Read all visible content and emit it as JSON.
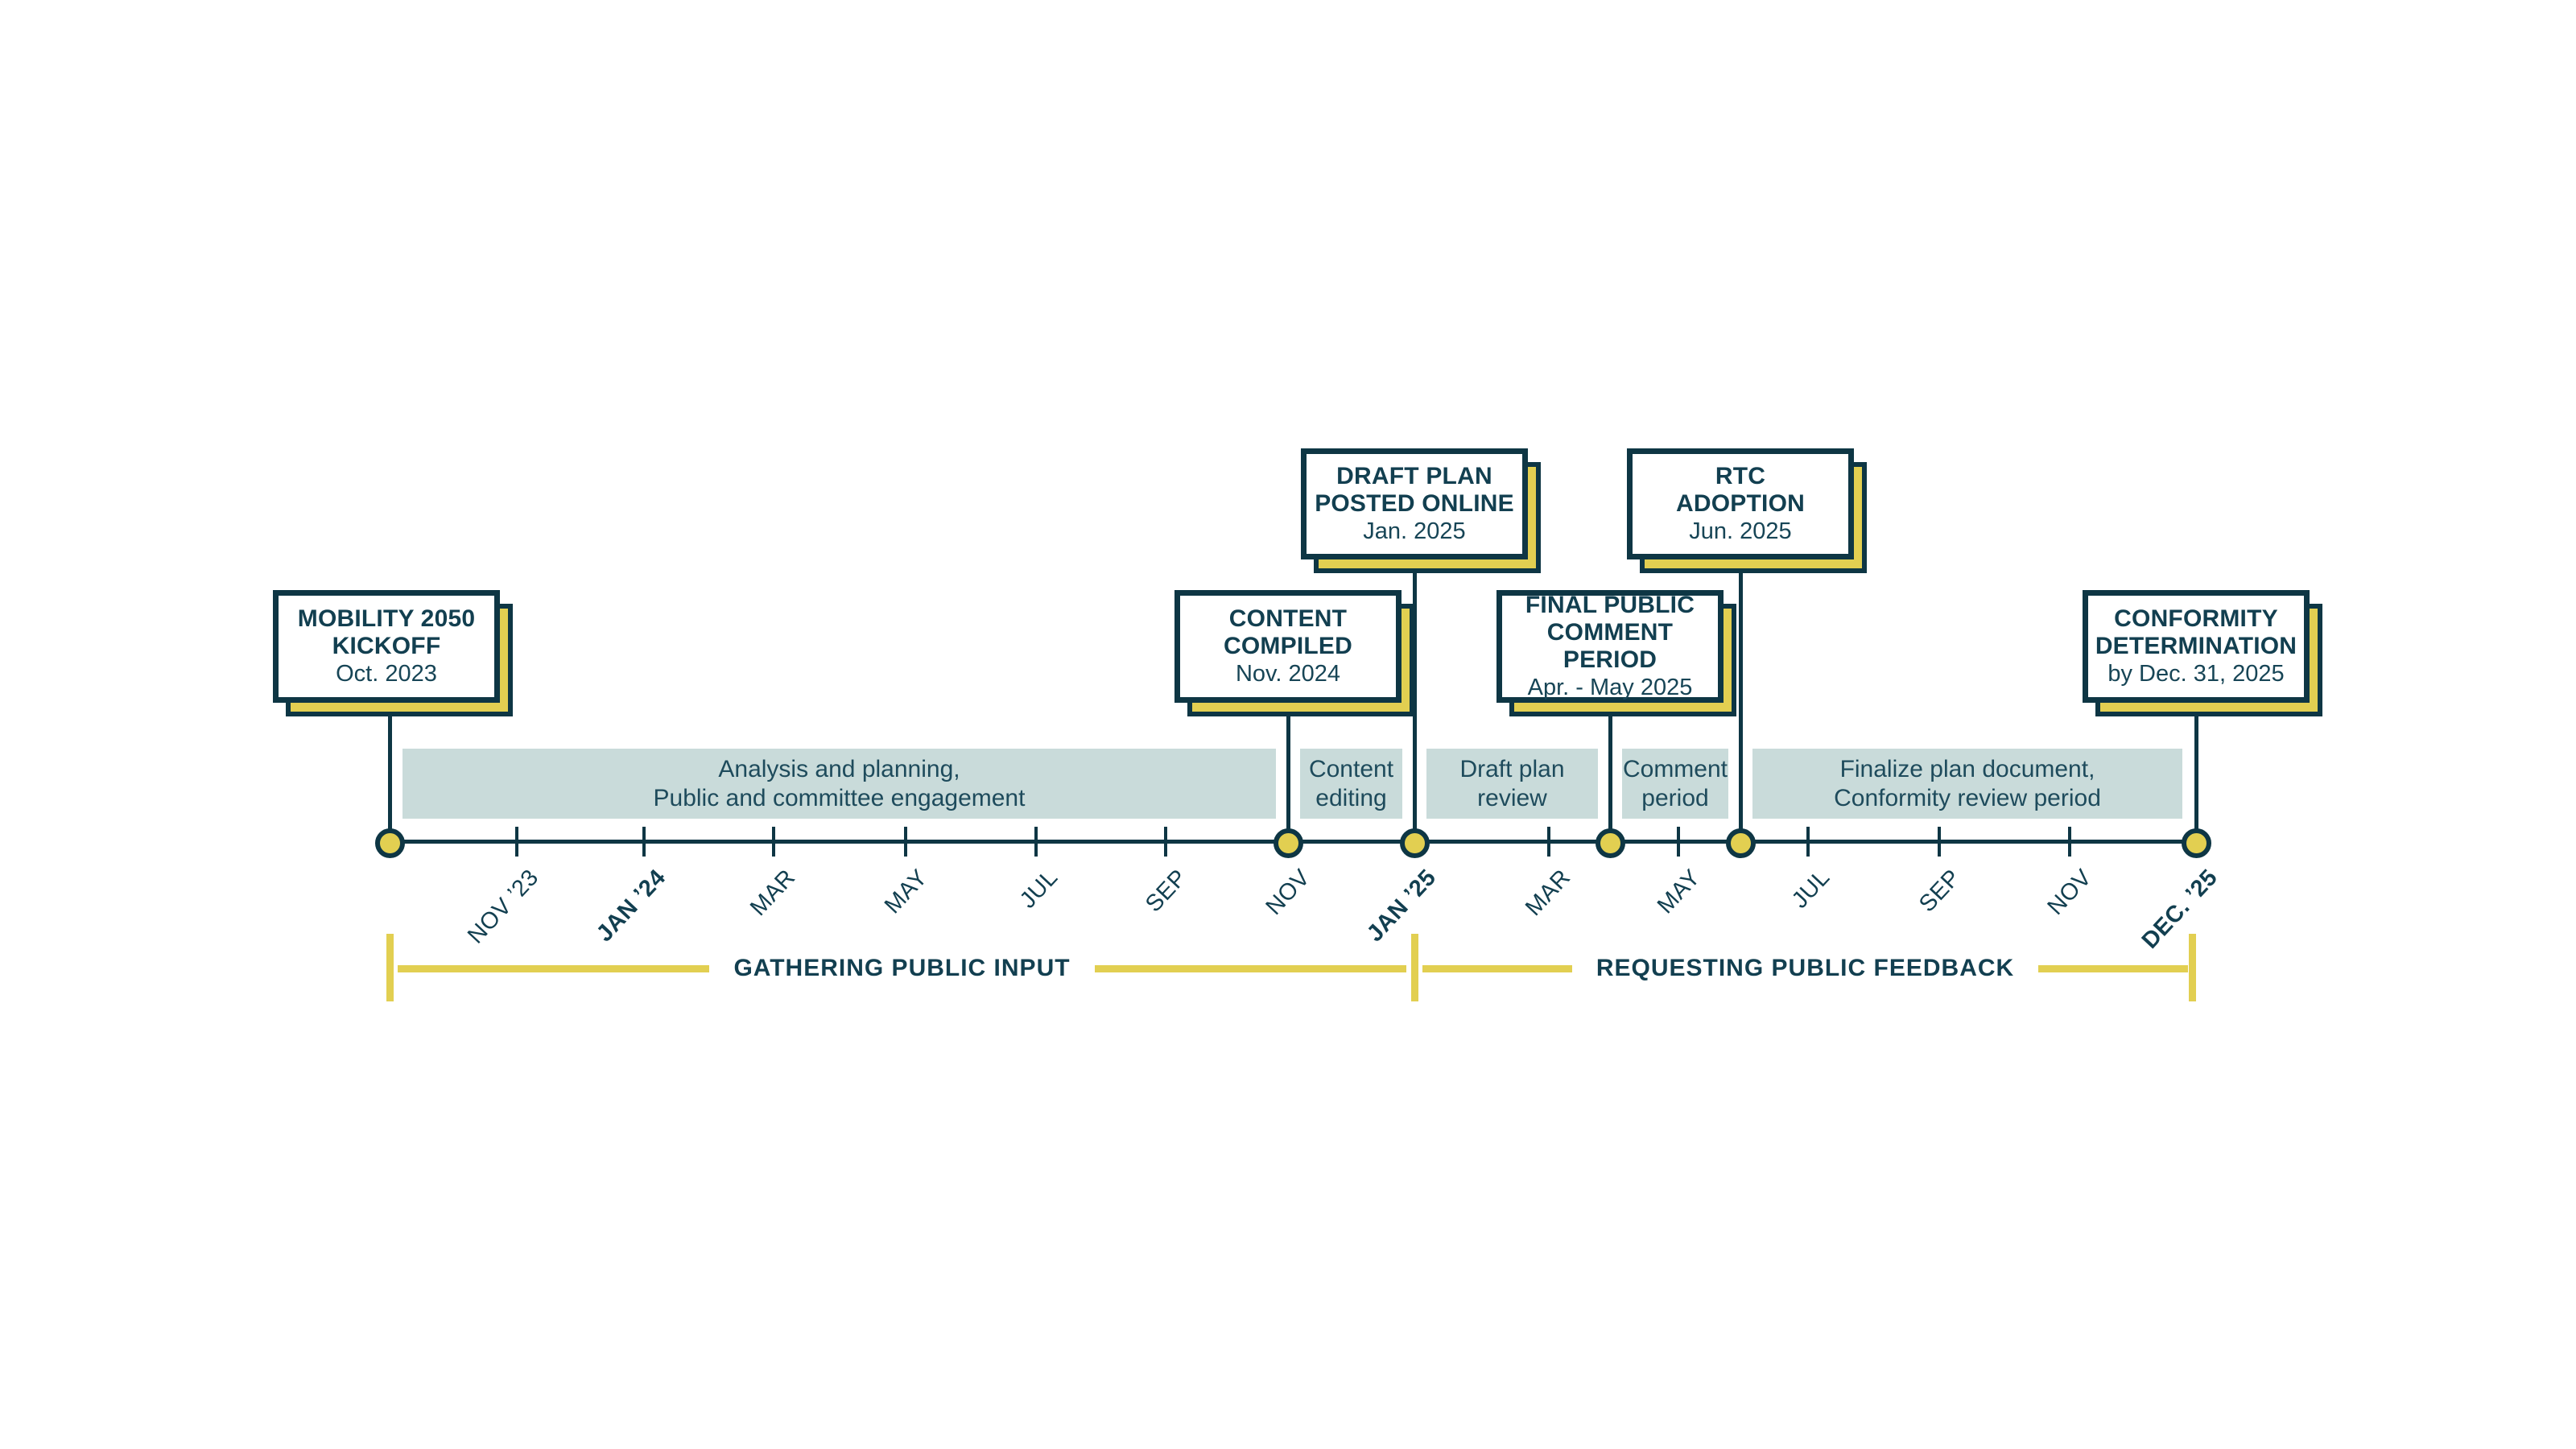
{
  "palette": {
    "navy": "#0E3644",
    "text_navy": "#123F50",
    "yellow": "#E2CF51",
    "teal_bar": "#C9DBDA",
    "background": "#FFFFFF"
  },
  "milestones": [
    {
      "title_lines": [
        "MOBILITY 2050",
        "KICKOFF"
      ],
      "date": "Oct. 2023"
    },
    {
      "title_lines": [
        "CONTENT",
        "COMPILED"
      ],
      "date": "Nov. 2024"
    },
    {
      "title_lines": [
        "DRAFT PLAN",
        "POSTED ONLINE"
      ],
      "date": "Jan. 2025"
    },
    {
      "title_lines": [
        "FINAL PUBLIC",
        "COMMENT PERIOD"
      ],
      "date": "Apr. - May 2025"
    },
    {
      "title_lines": [
        "RTC",
        "ADOPTION"
      ],
      "date": "Jun. 2025"
    },
    {
      "title_lines": [
        "CONFORMITY",
        "DETERMINATION"
      ],
      "date": "by Dec. 31, 2025"
    }
  ],
  "phases": [
    {
      "lines": [
        "Analysis and planning,",
        "Public and committee engagement"
      ]
    },
    {
      "lines": [
        "Content",
        "editing"
      ]
    },
    {
      "lines": [
        "Draft plan",
        "review"
      ]
    },
    {
      "lines": [
        "Comment",
        "period"
      ]
    },
    {
      "lines": [
        "Finalize plan document,",
        "Conformity review period"
      ]
    }
  ],
  "axis": {
    "month_labels": [
      {
        "label": "NOV ’23"
      },
      {
        "label": "JAN ’24"
      },
      {
        "label": "MAR"
      },
      {
        "label": "MAY"
      },
      {
        "label": "JUL"
      },
      {
        "label": "SEP"
      },
      {
        "label": "NOV"
      },
      {
        "label": "JAN ’25"
      },
      {
        "label": "MAR"
      },
      {
        "label": "MAY"
      },
      {
        "label": "JUL"
      },
      {
        "label": "SEP"
      },
      {
        "label": "NOV"
      },
      {
        "label": "DEC. ’25"
      }
    ]
  },
  "brackets": [
    {
      "label": "GATHERING PUBLIC INPUT"
    },
    {
      "label": "REQUESTING PUBLIC FEEDBACK"
    }
  ]
}
